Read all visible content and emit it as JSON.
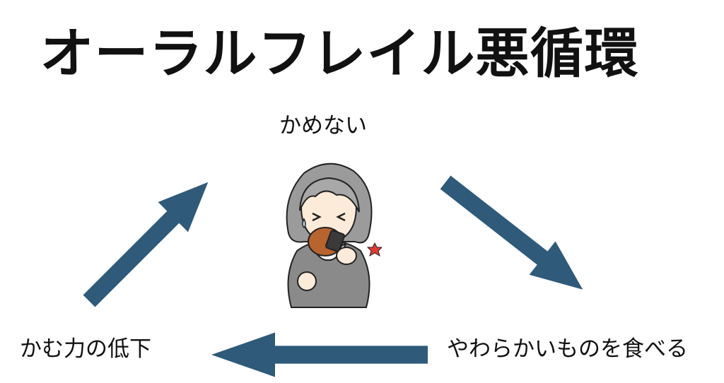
{
  "diagram": {
    "title": "オーラルフレイル悪循環",
    "steps": {
      "top": "かめない",
      "right": "やわらかいものを食べる",
      "left": "かむ力の低下"
    },
    "arrow_color": "#2f5a7a"
  }
}
